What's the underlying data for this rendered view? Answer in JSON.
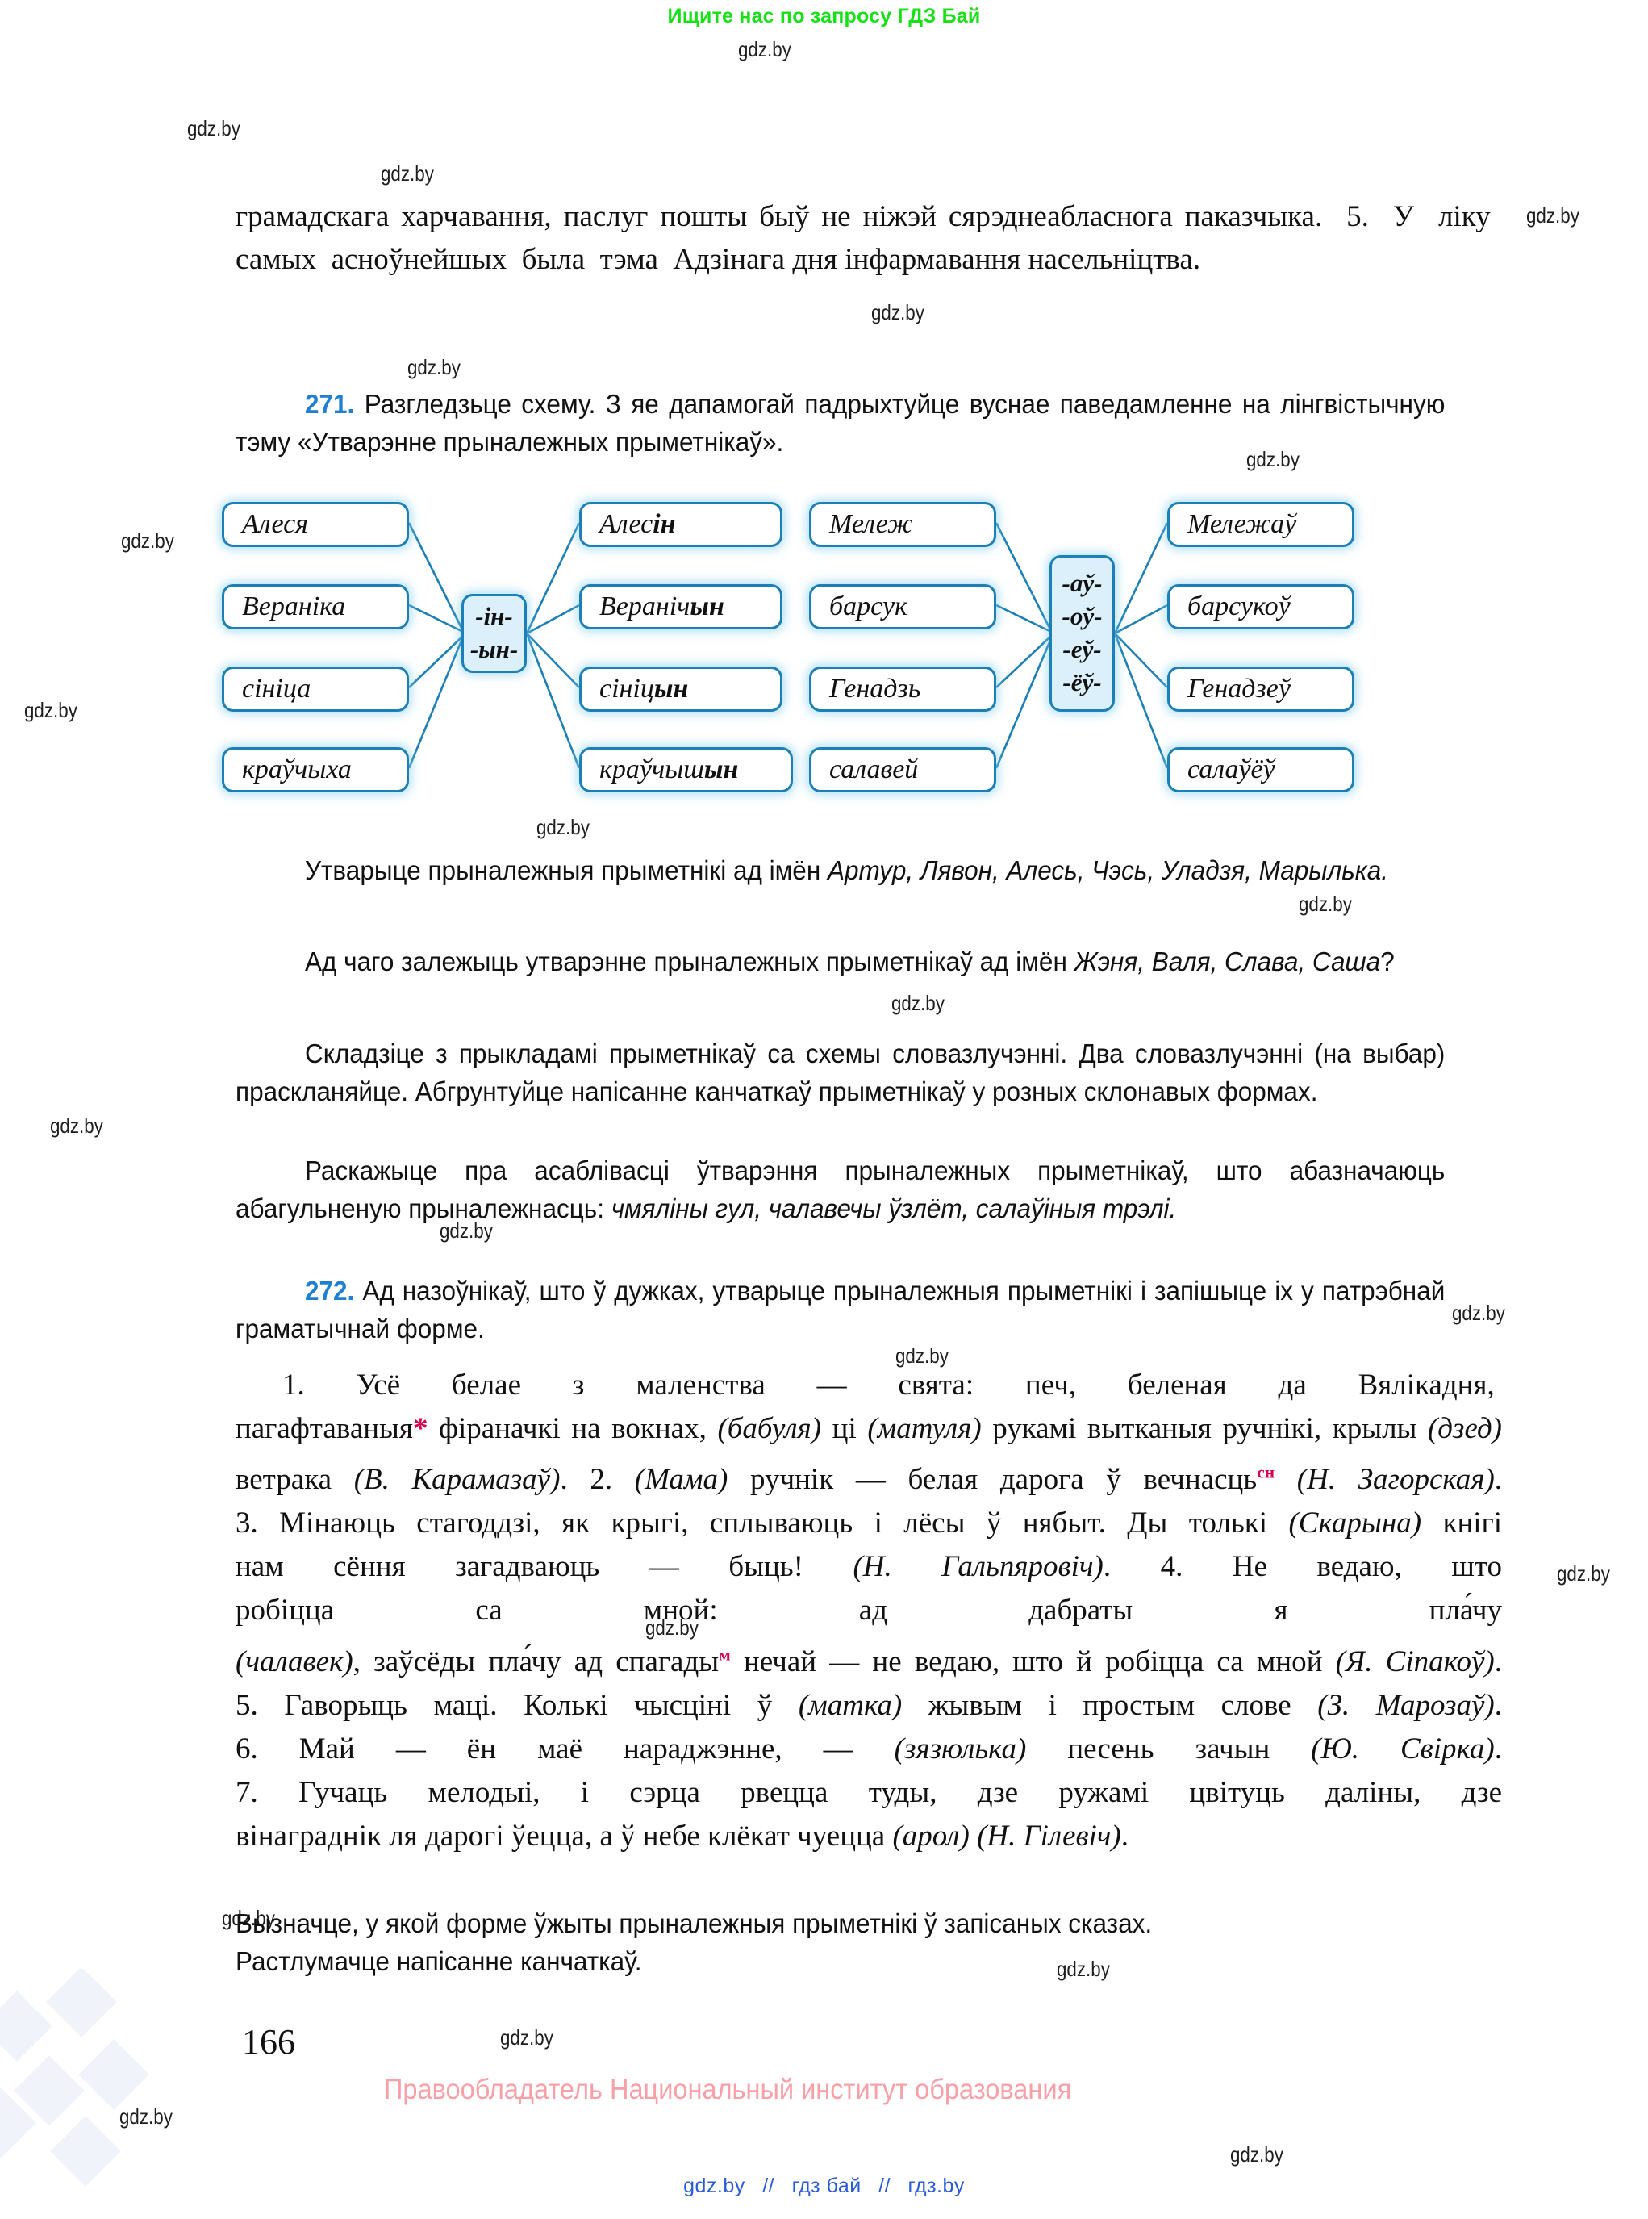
{
  "promo": {
    "top_banner": "Ищите нас по запросу ГДЗ Бай",
    "copyright": "Правообладатель Национальный институт образования",
    "watermark_text": "gdz.by",
    "bottom_links": [
      "gdz.by",
      "//",
      "гдз бай",
      "//",
      "гдз.by"
    ]
  },
  "page": {
    "number": "166"
  },
  "top_paragraph": {
    "line1": "громадскага харчавання, паслуг пошты быў не ніжэй сярэднеаблас-",
    "full": "грамадскага харчавання, паслуг пошты быў не ніжэй сярэднеабласнога паказчыка. 5. У ліку самых асноўнейшых была тэма Адзінага дня інфармавання насельніцтва."
  },
  "exercise_271": {
    "number": "271.",
    "prompt": "Разгледзьце схему. З яе дапамогай падрыхтуйце вуснае паведамленне на лінгвістычную тэму «Утварэнне прыналежных прыметнікаў».",
    "scheme": {
      "group_a": {
        "sources": [
          "Алеся",
          "Вераніка",
          "сініца",
          "краўчыха"
        ],
        "suffixes": [
          "-ін-",
          "-ын-"
        ],
        "results": [
          {
            "stem": "Алес",
            "suffix": "ін"
          },
          {
            "stem": "Вераніч",
            "suffix": "ын"
          },
          {
            "stem": "сініц",
            "suffix": "ын"
          },
          {
            "stem": "краўчыш",
            "suffix": "ын"
          }
        ]
      },
      "group_b": {
        "sources": [
          "Мележ",
          "барсук",
          "Генадзь",
          "салавей"
        ],
        "suffixes": [
          "-аў-",
          "-оў-",
          "-еў-",
          "-ёў-"
        ],
        "results": [
          "Мележаў",
          "барсукоў",
          "Генадзеў",
          "салаўёў"
        ]
      }
    },
    "tasks": [
      "Утварыце прыналежныя прыметнікі ад імён Артур, Лявон, Алесь, Чэсь, Уладзя, Марылька.",
      "Ад чаго залежыць утварэнне прыналежных прыметнікаў ад імён Жэня, Валя, Слава, Саша?",
      "Складзіце з прыкладамі прыметнікаў са схемы словазлучэнні. Два словазлучэнні (на выбар) прaскланяйце. Абгрунтуйце напісанне канчаткаў прыметнікаў у розных склонавых формах.",
      "Раскажыце пра асаблівасці ўтварэння прыналежных прыметнікаў, што абазначаюць абагульненую прыналежнасць: чмяліны гул, чалавечы ўзлёт, салаўіныя трэлі."
    ],
    "task_italics": {
      "t1_names": "Артур, Лявон, Алесь, Чэсь, Уладзя, Марылька.",
      "t2_names": "Жэня, Валя, Слава, Саша",
      "t4_examples": "чмяліны гул, чалавечы ўзлёт, салаўіныя трэлі."
    }
  },
  "exercise_272": {
    "number": "272.",
    "prompt": "Ад назоўнікаў, што ў дужках, утварыце прыналежныя прыметнікі і запішыце іх у патрэбнай граматычнай форме.",
    "sentences": [
      "1. Усё белае з маленства — свята: печ, беленая да Вялікадня, пагафтаваныя* фіраначкі на вокнах, (бабуля) ці (матуля) рукамі вытканыя ручнікі, крылы (дзед) ветрака (В. Карамазаў).",
      "2. (Мама) ручнік — белая дарога ў вечнасьць⁽сн⁾ (Н. Загорская).",
      "3. Мінаюць стагоддзі, як крыгі, сплываюць і лёсы ў нябыт. Ды толькі (Скарына) кнігі нам сёння загадваюць — быць! (Н. Гальпяровіч).",
      "4. Не ведаю, што робіцца са мной: ад дабраты я плáчу (чалавек), заўсёды плáчу ад спагады⁽м⁾ нечай — не ведаю, што й робіцца са мной (Я. Сіпакоў).",
      "5. Гаворыць маці. Колькі чысціні ў (матка) жывым і простым слове (З. Марозаў).",
      "6. Май — ён маё нараджэнне, — (зязюлька) песень зачын (Ю. Свірка).",
      "7. Гучаць мелодыі, і сэрца рвецца туды, дзе ружамі цвітуць даліны, дзе вінаграднік ля дарогі ўецца, а ў небе клёкат чуецца (арол) (Н. Гілевіч)."
    ],
    "followups": [
      "Вызначце, у якой форме ўжыты прыналежныя прыметнікі ў запісаных сказах.",
      "Растлумачце напісанне канчаткаў."
    ]
  },
  "colors": {
    "exercise_number": "#1f7fd0",
    "node_border": "#1c7fb5",
    "node_fill": "#dbf0fb",
    "red_mark": "#d6004e",
    "promo_green": "#17e017",
    "copyright_pink": "#f7a0a8",
    "link_blue": "#2a5bd7"
  }
}
